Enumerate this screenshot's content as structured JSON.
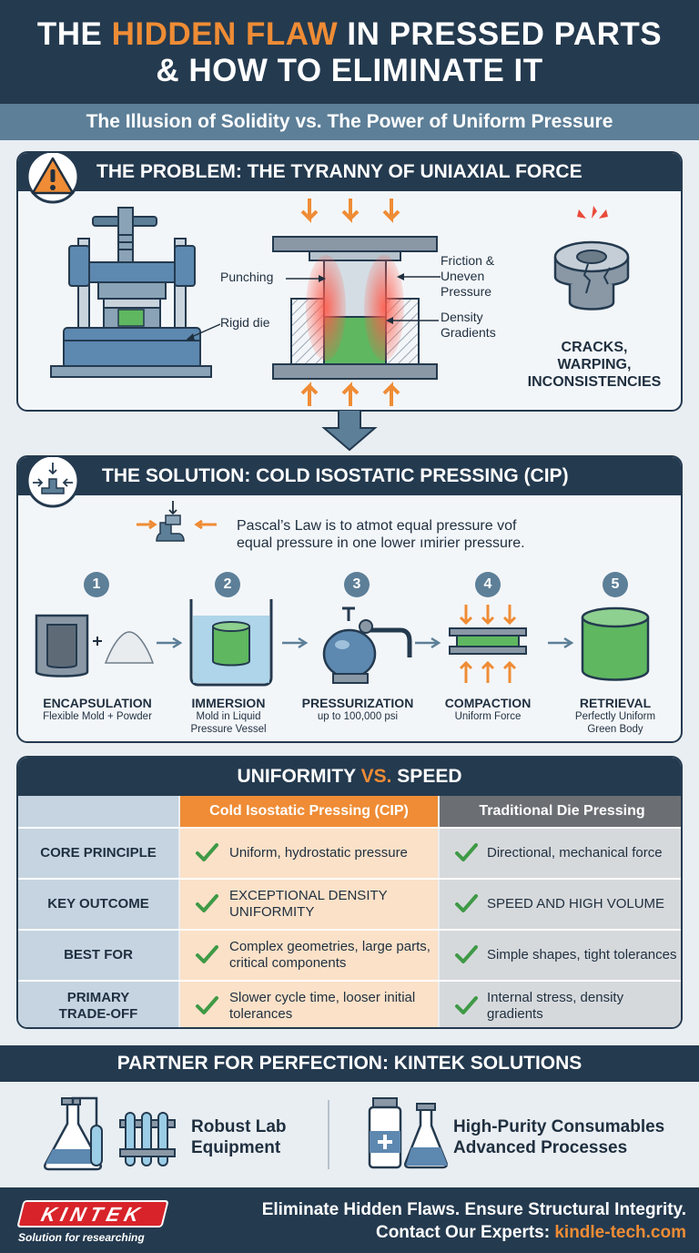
{
  "header": {
    "title_line1_pre": "THE ",
    "title_line1_accent": "HIDDEN FLAW",
    "title_line1_post": " IN PRESSED PARTS",
    "title_line2": "& HOW TO ELIMINATE IT",
    "subtitle": "The Illusion of Solidity vs. The Power of Uniform Pressure"
  },
  "problem": {
    "title": "THE PROBLEM: THE TYRANNY OF UNIAXIAL FORCE",
    "label_punching": "Punching",
    "label_rigid_die": "Rigid die",
    "label_friction_1": "Friction &",
    "label_friction_2": "Uneven",
    "label_friction_3": "Pressure",
    "label_density_1": "Density",
    "label_density_2": "Gradients",
    "result_1": "CRACKS,",
    "result_2": "WARPING,",
    "result_3": "INCONSISTENCIES"
  },
  "solution": {
    "title": "THE SOLUTION: COLD ISOSTATIC PRESSING (CIP)",
    "law_line1": "Pascal’s Law is to atmot equal pressure vof",
    "law_line2": "equal pressure in one lower ımirier pressure.",
    "steps": [
      {
        "num": "1",
        "title": "ENCAPSULATION",
        "desc1": "Flexible Mold + Powder",
        "desc2": ""
      },
      {
        "num": "2",
        "title": "IMMERSION",
        "desc1": "Mold in Liquid",
        "desc2": "Pressure Vessel"
      },
      {
        "num": "3",
        "title": "PRESSURIZATION",
        "desc1": "up to 100,000 psi",
        "desc2": ""
      },
      {
        "num": "4",
        "title": "COMPACTION",
        "desc1": "Uniform Force",
        "desc2": ""
      },
      {
        "num": "5",
        "title": "RETRIEVAL",
        "desc1": "Perfectly Uniform",
        "desc2": "Green Body"
      }
    ]
  },
  "comparison": {
    "title_pre": "UNIFORMITY ",
    "title_accent": "VS.",
    "title_post": " SPEED",
    "col_cip": "Cold Isostatic Pressing (CIP)",
    "col_trad": "Traditional Die Pressing",
    "rows": [
      {
        "label": "CORE PRINCIPLE",
        "cip": "Uniform, hydrostatic pressure",
        "trad": "Directional, mechanical force"
      },
      {
        "label": "KEY OUTCOME",
        "cip": "EXCEPTIONAL DENSITY UNIFORMITY",
        "trad": "SPEED AND HIGH VOLUME"
      },
      {
        "label": "BEST FOR",
        "cip": "Complex geometries, large parts, critical components",
        "trad": "Simple shapes, tight tolerances"
      },
      {
        "label": "PRIMARY TRADE-OFF",
        "cip": "Slower cycle time, looser initial tolerances",
        "trad": "Internal stress, density gradients"
      }
    ]
  },
  "partner": {
    "title": "PARTNER FOR PERFECTION: KINTEK SOLUTIONS",
    "item1_line1": "Robust Lab",
    "item1_line2": "Equipment",
    "item2_line1": "High-Purity Consumables",
    "item2_line2": "Advanced Processes"
  },
  "footer": {
    "logo": "KINTEK",
    "tagline": "Solution for researching",
    "line1": "Eliminate Hidden Flaws. Ensure Structural Integrity.",
    "line2_pre": "Contact Our Experts: ",
    "line2_link": "kindle-tech.com"
  },
  "colors": {
    "navy": "#243a4f",
    "accent_orange": "#ef8c35",
    "check_green": "#3f9a46",
    "part_green": "#5fb760"
  }
}
